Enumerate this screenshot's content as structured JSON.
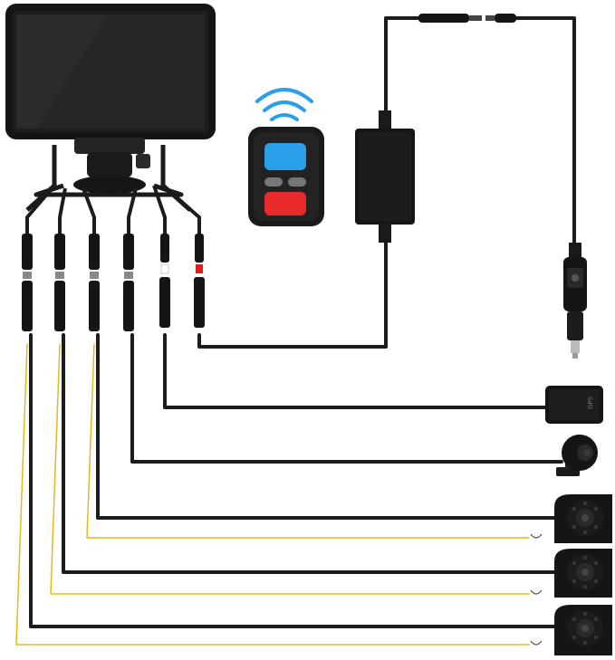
{
  "image": {
    "subject": "vehicle-dvr-monitor-kit",
    "colors": {
      "background": "#ffffff",
      "device_body": "#151515",
      "cable": "#1c1c1c",
      "yellow_wire": "#e8b820",
      "remote_blue_button": "#2aa0e8",
      "remote_red_button": "#e82a2a",
      "signal_waves": "#2aa0e8",
      "red_connector_band": "#d82020"
    },
    "components": [
      {
        "id": "monitor",
        "icon": "monitor-icon"
      },
      {
        "id": "remote",
        "icon": "remote-control-icon"
      },
      {
        "id": "power-box",
        "icon": "power-converter-icon"
      },
      {
        "id": "car-charger",
        "icon": "cigarette-lighter-plug-icon"
      },
      {
        "id": "gps-module",
        "icon": "gps-module-icon"
      },
      {
        "id": "interior-camera",
        "icon": "dome-camera-icon"
      },
      {
        "id": "side-cameras",
        "count": 3,
        "icon": "ir-side-camera-icon"
      }
    ],
    "gps_label": "GPS"
  }
}
